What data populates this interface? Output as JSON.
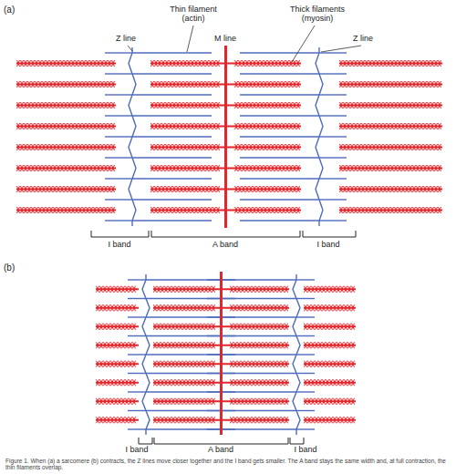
{
  "diagram": {
    "caption": "Figure 1. When (a) a sarcomere (b) contracts, the Z lines move closer together and the I band gets smaller. The A band stays the same width and, at full contraction, the thin filaments overlap.",
    "labels": [
      "(a)",
      "Thin filament (actin)",
      "Z line",
      "M line",
      "Thick filaments (myosin)",
      "Z line",
      "I band",
      "A band",
      "I band",
      "(b)",
      "I band",
      "A band",
      "I band"
    ]
  }
}
